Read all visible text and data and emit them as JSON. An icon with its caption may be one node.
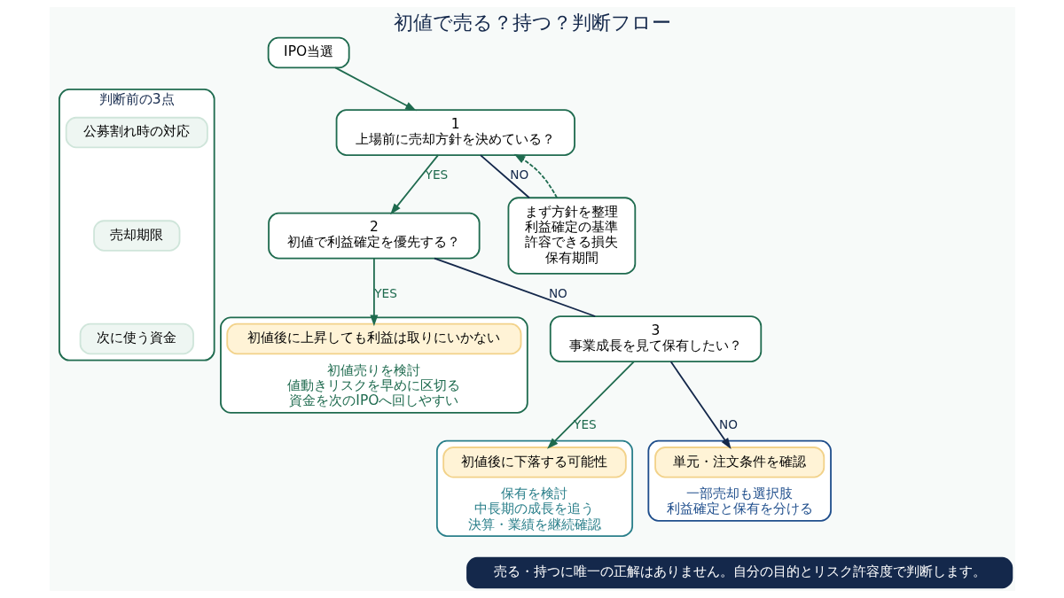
{
  "diagram": {
    "title": "初値で売る？持つ？判断フロー",
    "nodes": [
      {
        "text": [
          "IPO当選"
        ]
      },
      {
        "text": [
          "1",
          "上場前に売却方針を決めている？"
        ]
      },
      {
        "text": [
          "2",
          "初値で利益確定を優先する？"
        ]
      },
      {
        "text": [
          "初値売りを検討",
          "値動きリスクを早めに区切る",
          "資金を次のIPOへ回しやすい"
        ]
      },
      {
        "text": [
          "初値後に上昇しても利益は取りにいかない"
        ],
        "in": 3
      },
      {
        "text": [
          "まず方針を整理",
          "利益確定の基準",
          "許容できる損失",
          "保有期間"
        ]
      },
      {
        "text": [
          "3",
          "事業成長を見て保有したい？"
        ]
      },
      {
        "text": [
          "保有を検討",
          "中長期の成長を追う",
          "決算・業績を継続確認"
        ]
      },
      {
        "text": [
          "初値後に下落する可能性"
        ],
        "in": 7
      },
      {
        "text": [
          "一部売却も選択肢",
          "利益確定と保有を分ける"
        ]
      },
      {
        "text": [
          "単元・注文条件を確認"
        ],
        "in": 9
      },
      {
        "text": [
          "判断前の3点"
        ]
      },
      {
        "text": [
          "公募割れ時の対応"
        ],
        "in": 11
      },
      {
        "text": [
          "売却期限"
        ],
        "in": 11
      },
      {
        "text": [
          "次に使う資金"
        ],
        "in": 11
      },
      {
        "text": [
          "売る・持つに唯一の正解はありません。自分の目的とリスク許容度で判断します。"
        ]
      }
    ],
    "edges": [
      {
        "from": 0,
        "to": 1,
        "arrow": "to"
      },
      {
        "from": 1,
        "to": 2,
        "arrow": "to",
        "label": "YES"
      },
      {
        "from": 2,
        "to": 4,
        "arrow": "to",
        "label": "YES"
      },
      {
        "from": 1,
        "to": 5,
        "arrow": "none",
        "label": "NO",
        "color": "#14284b"
      },
      {
        "from": 5,
        "to": 1,
        "arrow": "to",
        "style": "dashed"
      },
      {
        "from": 2,
        "to": 6,
        "arrow": "none",
        "label": "NO",
        "color": "#14284b"
      },
      {
        "from": 6,
        "to": 8,
        "arrow": "to",
        "label": "YES"
      },
      {
        "from": 6,
        "to": 10,
        "arrow": "to",
        "label": "NO",
        "color": "#14284b"
      }
    ]
  }
}
